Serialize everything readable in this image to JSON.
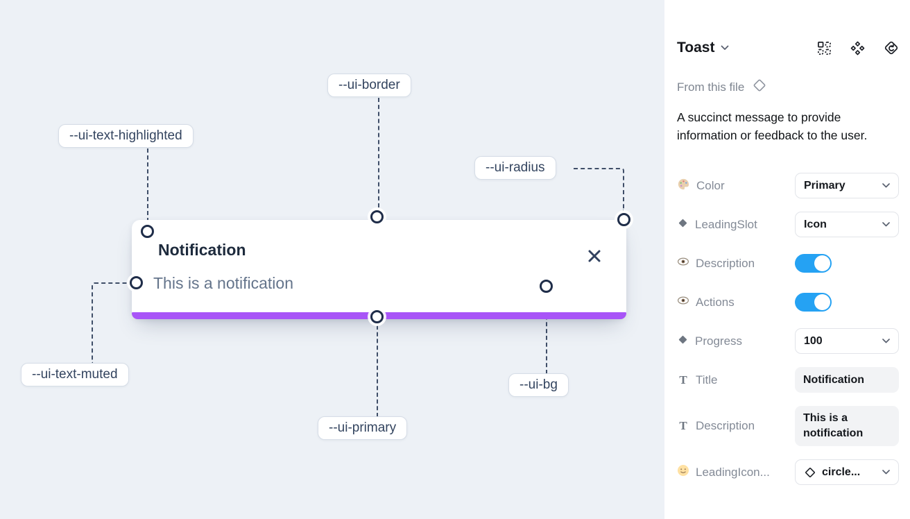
{
  "colors": {
    "accent_purple": "#a854f7",
    "toggle_blue": "#25a2f3",
    "canvas_bg": "#edf1f6",
    "connector": "#3f4e68"
  },
  "canvas": {
    "toast": {
      "title": "Notification",
      "description": "This is a notification"
    },
    "variable_labels": {
      "border": "--ui-border",
      "text_highlighted": "--ui-text-highlighted",
      "radius": "--ui-radius",
      "text_muted": "--ui-text-muted",
      "primary": "--ui-primary",
      "bg": "--ui-bg"
    }
  },
  "panel": {
    "title": "Toast",
    "source_label": "From this file",
    "description": "A succinct message to provide information or feedback to the user.",
    "header_icons": [
      "instance-grid-icon",
      "component-set-icon",
      "main-component-icon"
    ],
    "props": {
      "color": {
        "label": "Color",
        "value": "Primary"
      },
      "leading_slot": {
        "label": "LeadingSlot",
        "value": "Icon"
      },
      "description_visible": {
        "label": "Description",
        "state": "on"
      },
      "actions_visible": {
        "label": "Actions",
        "state": "on"
      },
      "progress": {
        "label": "Progress",
        "value": "100"
      },
      "title_text": {
        "label": "Title",
        "value": "Notification"
      },
      "description_text": {
        "label": "Description",
        "value": "This is a notification"
      },
      "leading_icon": {
        "label": "LeadingIcon...",
        "value": "circle..."
      }
    }
  }
}
